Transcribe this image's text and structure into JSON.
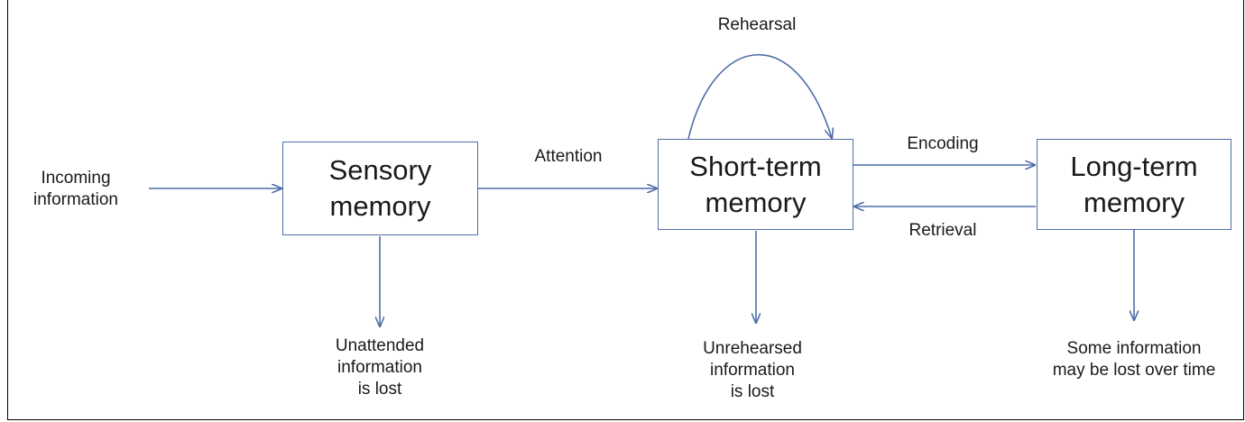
{
  "diagram": {
    "nodes": {
      "sensory": {
        "label": "Sensory\nmemory"
      },
      "short_term": {
        "label": "Short-term\nmemory"
      },
      "long_term": {
        "label": "Long-term\nmemory"
      }
    },
    "edges": {
      "incoming": {
        "label": "Incoming\ninformation"
      },
      "attention": {
        "label": "Attention"
      },
      "rehearsal": {
        "label": "Rehearsal"
      },
      "encoding": {
        "label": "Encoding"
      },
      "retrieval": {
        "label": "Retrieval"
      }
    },
    "outcomes": {
      "sensory_loss": {
        "label": "Unattended\ninformation\nis lost"
      },
      "short_term_loss": {
        "label": "Unrehearsed\ninformation\nis lost"
      },
      "long_term_loss": {
        "label": "Some information\nmay be lost over time"
      }
    },
    "colors": {
      "arrow": "#4f6fa8",
      "box_border": "#4f6fa8",
      "text": "#1a1a1a"
    }
  }
}
